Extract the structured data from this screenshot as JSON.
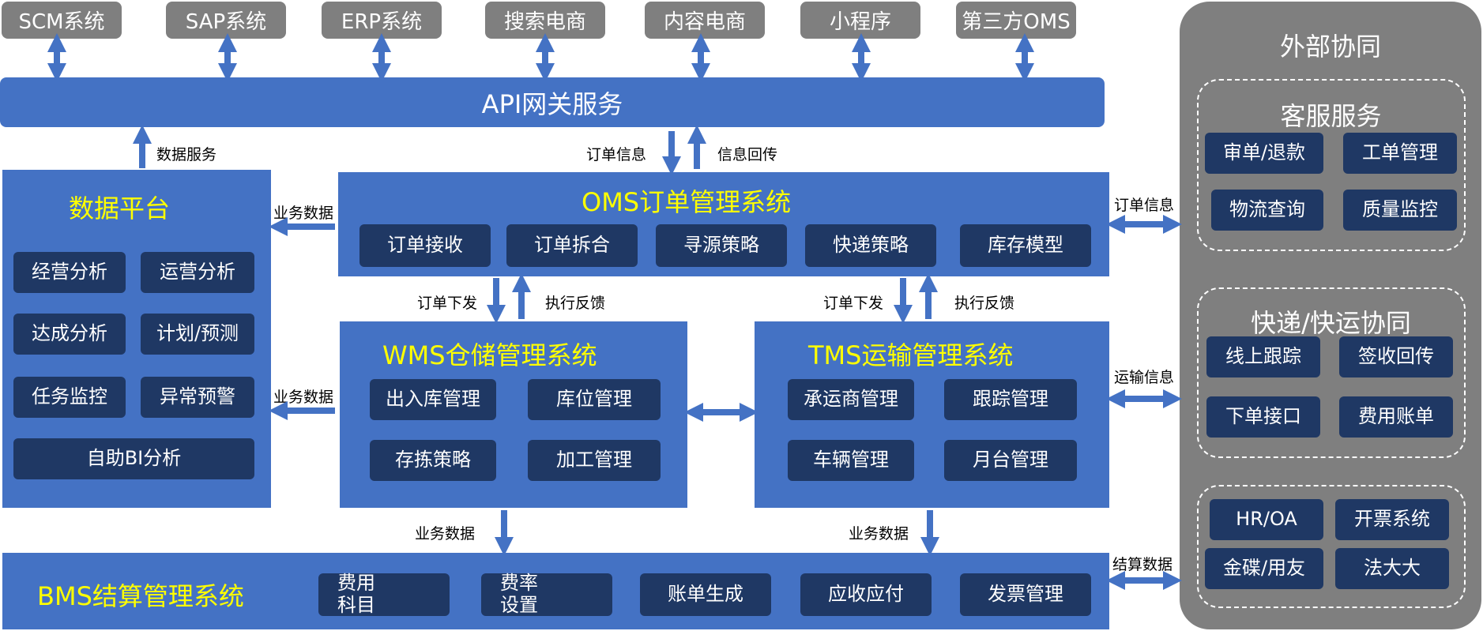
{
  "external_systems": [
    "SCM系统",
    "SAP系统",
    "ERP系统",
    "搜索电商",
    "内容电商",
    "小程序",
    "第三方OMS"
  ],
  "api_gateway": "API网关服务",
  "data_platform": {
    "title": "数据平台",
    "items": [
      "经营分析",
      "运营分析",
      "达成分析",
      "计划/预测",
      "任务监控",
      "异常预警",
      "自助BI分析"
    ]
  },
  "oms": {
    "title": "OMS订单管理系统",
    "items": [
      "订单接收",
      "订单拆合",
      "寻源策略",
      "快递策略",
      "库存模型"
    ]
  },
  "wms": {
    "title": "WMS仓储管理系统",
    "items": [
      "出入库管理",
      "库位管理",
      "存拣策略",
      "加工管理"
    ]
  },
  "tms": {
    "title": "TMS运输管理系统",
    "items": [
      "承运商管理",
      "跟踪管理",
      "车辆管理",
      "月台管理"
    ]
  },
  "bms": {
    "title": "BMS结算管理系统",
    "items": [
      "费用\n科目",
      "费率\n设置",
      "账单生成",
      "应收应付",
      "发票管理"
    ]
  },
  "flow_labels": {
    "data_service": "数据服务",
    "order_info": "订单信息",
    "info_return": "信息回传",
    "business_data_1": "业务数据",
    "business_data_2": "业务数据",
    "order_dispatch_1": "订单下发",
    "exec_feedback_1": "执行反馈",
    "order_dispatch_2": "订单下发",
    "exec_feedback_2": "执行反馈",
    "business_data_3": "业务数据",
    "business_data_4": "业务数据",
    "right_order_info": "订单信息",
    "right_transport_info": "运输信息",
    "right_settlement_data": "结算数据"
  },
  "external_collab": {
    "title": "外部协同",
    "customer_service": {
      "title": "客服服务",
      "items": [
        "审单/退款",
        "工单管理",
        "物流查询",
        "质量监控"
      ]
    },
    "express": {
      "title": "快递/快运协同",
      "items": [
        "线上跟踪",
        "签收回传",
        "下单接口",
        "费用账单"
      ]
    },
    "other_systems": [
      "HR/OA",
      "开票系统",
      "金碟/用友",
      "法大大"
    ]
  },
  "colors": {
    "blue": "#4472c4",
    "navy": "#1f3864",
    "gray": "#7f7f7f",
    "yellow_title": "#ffff00"
  }
}
